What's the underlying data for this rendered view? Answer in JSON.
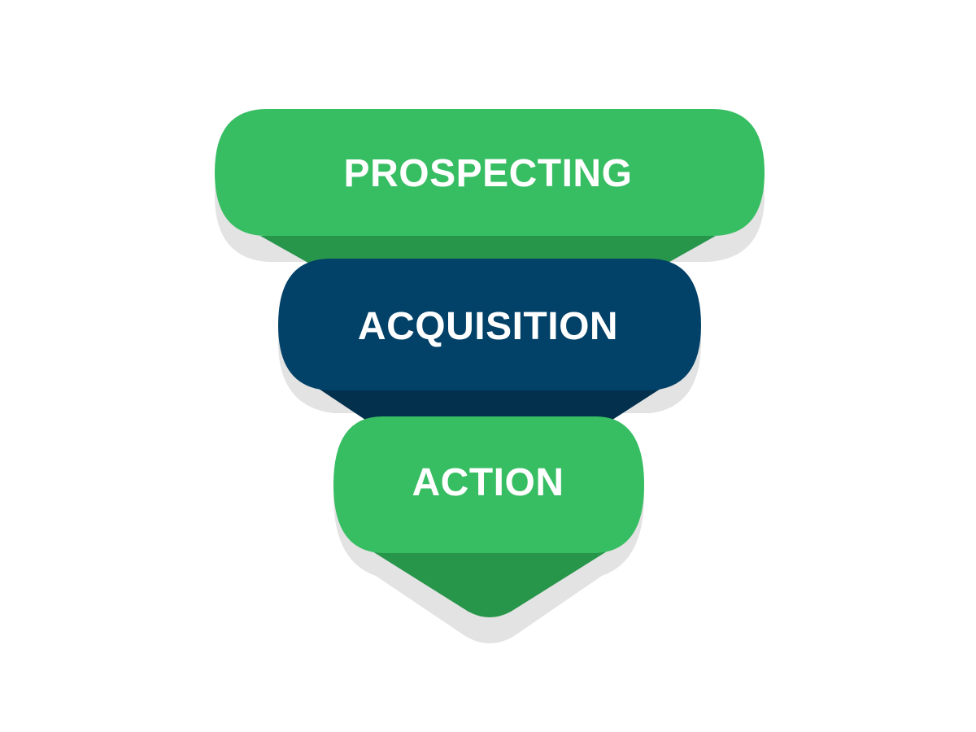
{
  "funnel": {
    "stages": [
      {
        "label": "PROSPECTING",
        "color": "#37BD62",
        "shade": "#27954A"
      },
      {
        "label": "ACQUISITION",
        "color": "#024168",
        "shade": "#02304D"
      },
      {
        "label": "ACTION",
        "color": "#37BD62",
        "shade": "#27954A"
      }
    ],
    "shadow_color": "#E3E3E3"
  }
}
